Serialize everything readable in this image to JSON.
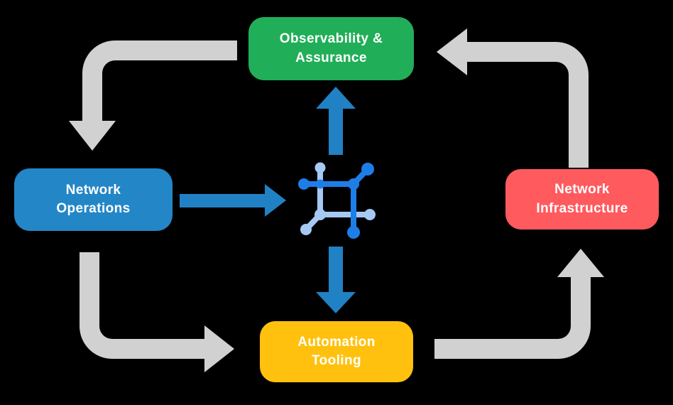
{
  "diagram": {
    "nodes": {
      "observability": {
        "line1": "Observability &",
        "line2": "Assurance",
        "color": "#21AE58"
      },
      "operations": {
        "line1": "Network",
        "line2": "Operations",
        "color": "#2386C7"
      },
      "infrastructure": {
        "line1": "Network",
        "line2": "Infrastructure",
        "color": "#FF5A5E"
      },
      "automation": {
        "line1": "Automation",
        "line2": "Tooling",
        "color": "#FFC10E"
      }
    },
    "center_icon": "network-mesh-icon",
    "colors": {
      "background": "#000000",
      "cycle_arrow": "#D1D1D1",
      "flow_arrow": "#2181C5",
      "icon_dark_blue": "#1E7EE8",
      "icon_light_blue": "#A6C9F4",
      "node_text": "#FFFFFF"
    }
  }
}
